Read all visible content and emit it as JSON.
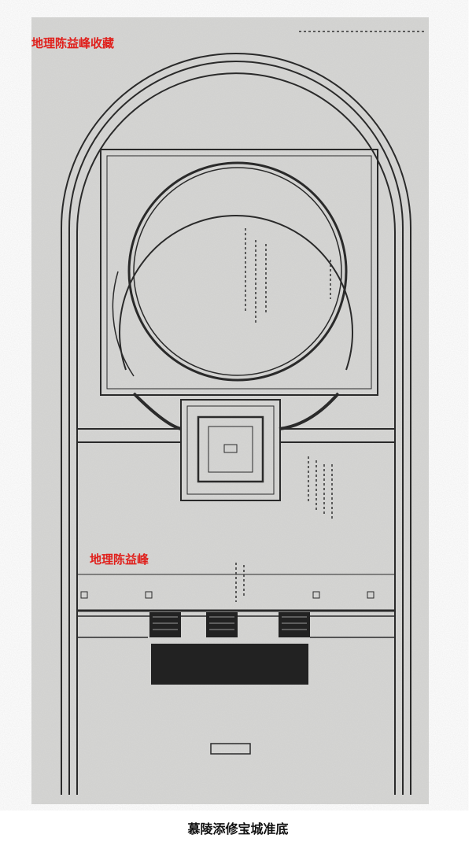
{
  "watermarks": {
    "top": "地理陈益峰收藏",
    "middle": "地理陈益峰"
  },
  "caption": "慕陵添修宝城准底",
  "colors": {
    "paper": "#d6d6d4",
    "ink": "#2a2a2a",
    "watermark": "#e0201c"
  }
}
